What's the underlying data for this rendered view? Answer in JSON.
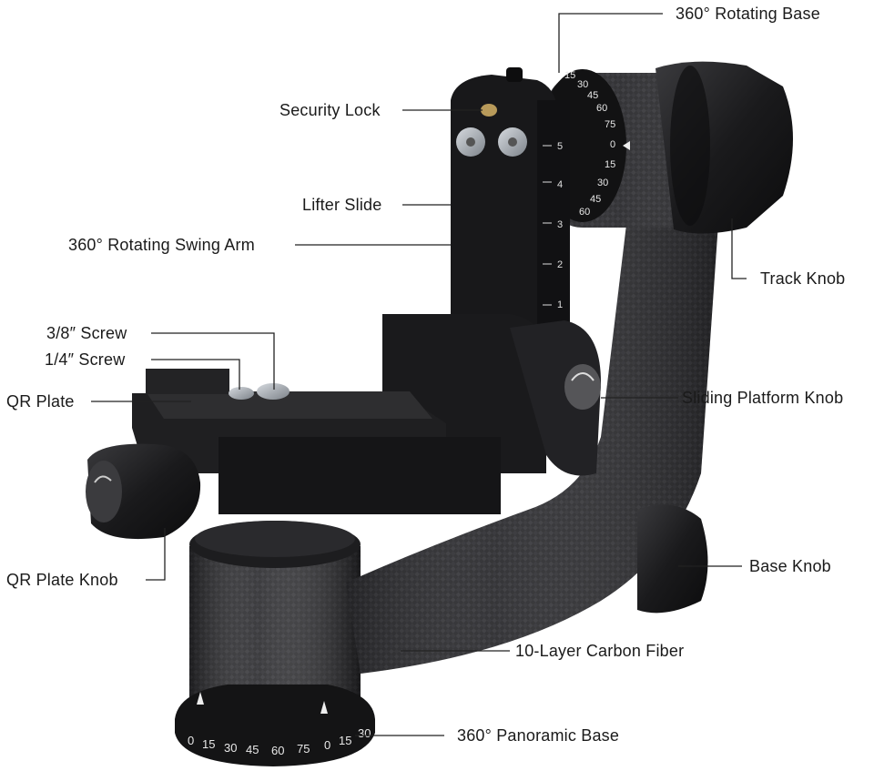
{
  "diagram": {
    "subject": "Carbon fiber gimbal tripod head",
    "colors": {
      "background": "#ffffff",
      "label_text": "#1a1a1a",
      "leader_line": "#222222",
      "body_dark": "#1c1c1e",
      "carbon": "#2a2a2c",
      "metal": "#8d939a",
      "brass": "#b89a5a"
    },
    "labels": [
      {
        "id": "rotating-base",
        "text": "360° Rotating Base"
      },
      {
        "id": "security-lock",
        "text": "Security Lock"
      },
      {
        "id": "lifter-slide",
        "text": "Lifter Slide"
      },
      {
        "id": "swing-arm",
        "text": "360° Rotating Swing Arm"
      },
      {
        "id": "track-knob",
        "text": "Track Knob"
      },
      {
        "id": "screw-38",
        "text": "3/8″ Screw"
      },
      {
        "id": "screw-14",
        "text": "1/4″ Screw"
      },
      {
        "id": "qr-plate",
        "text": "QR Plate"
      },
      {
        "id": "sliding-platform-knob",
        "text": "Sliding Platform Knob"
      },
      {
        "id": "qr-plate-knob",
        "text": "QR Plate Knob"
      },
      {
        "id": "base-knob",
        "text": "Base Knob"
      },
      {
        "id": "carbon-fiber",
        "text": "10-Layer Carbon Fiber"
      },
      {
        "id": "panoramic-base",
        "text": "360° Panoramic Base"
      }
    ],
    "scales": {
      "lifter_ticks": [
        "1",
        "2",
        "3",
        "4",
        "5"
      ],
      "top_dial": [
        "15",
        "30",
        "45",
        "60",
        "75",
        "0",
        "15",
        "30",
        "45",
        "60"
      ],
      "base_dial": [
        "0",
        "15",
        "30",
        "45",
        "60",
        "75",
        "0",
        "15",
        "30"
      ]
    }
  }
}
